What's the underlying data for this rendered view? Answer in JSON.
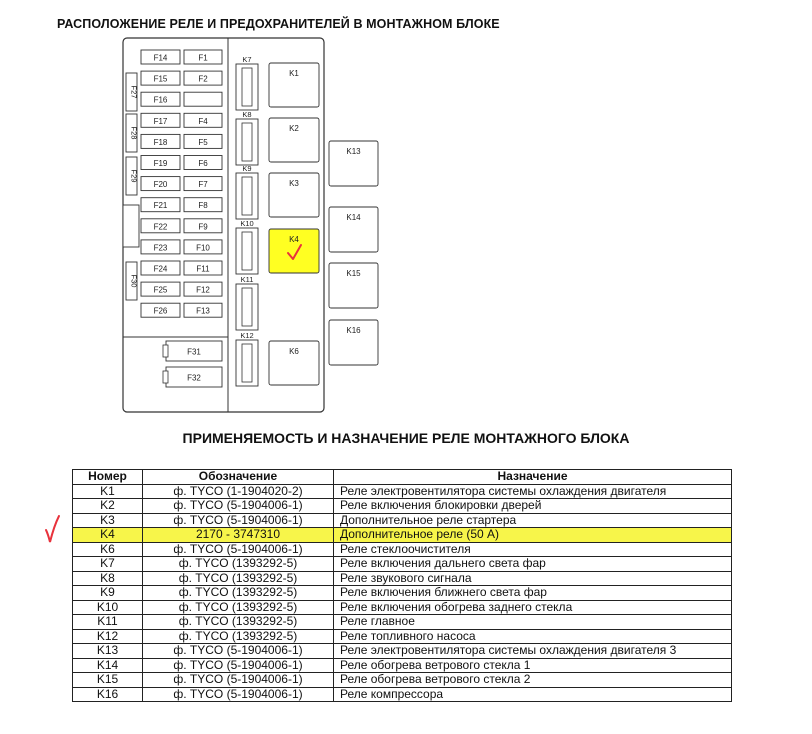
{
  "page": {
    "title_layout": "РАСПОЛОЖЕНИЕ РЕЛЕ И ПРЕДОХРАНИТЕЛЕЙ В МОНТАЖНОМ БЛОКЕ",
    "title_table": "ПРИМЕНЯЕМОСТЬ И НАЗНАЧЕНИЕ РЕЛЕ МОНТАЖНОГО БЛОКА"
  },
  "diagram": {
    "fuse_pairs": [
      [
        "F14",
        "F1"
      ],
      [
        "F15",
        "F2"
      ],
      [
        "F16",
        ""
      ],
      [
        "F17",
        "F4"
      ],
      [
        "F18",
        "F5"
      ],
      [
        "F19",
        "F6"
      ],
      [
        "F20",
        "F7"
      ],
      [
        "F21",
        "F8"
      ],
      [
        "F22",
        "F9"
      ],
      [
        "F23",
        "F10"
      ],
      [
        "F24",
        "F11"
      ],
      [
        "F25",
        "F12"
      ],
      [
        "F26",
        "F13"
      ]
    ],
    "side_fuses": [
      "F27",
      "F28",
      "F29",
      "F30"
    ],
    "big_fuses": [
      "F31",
      "F32"
    ],
    "small_relays": [
      "K7",
      "K8",
      "K9",
      "K10",
      "K11",
      "K12"
    ],
    "main_relays": [
      "K1",
      "K2",
      "K3",
      "K4",
      "K6"
    ],
    "right_relays": [
      "K13",
      "K14",
      "K15",
      "K16"
    ],
    "highlighted_relay": "K4",
    "highlight_color": "#ffff22",
    "check_color": "#e8323c"
  },
  "table": {
    "headers": [
      "Номер",
      "Обозначение",
      "Назначение"
    ],
    "highlight_color": "#f7f54a",
    "rows": [
      [
        "K1",
        "ф. TYCO (1-1904020-2)",
        "Реле электровентилятора системы охлаждения двигателя"
      ],
      [
        "K2",
        "ф. TYCO (5-1904006-1)",
        "Реле включения блокировки дверей"
      ],
      [
        "K3",
        "ф. TYCO (5-1904006-1)",
        "Дополнительное реле стартера"
      ],
      [
        "K4",
        "2170 - 3747310",
        "Дополнительное реле (50 А)"
      ],
      [
        "K6",
        "ф. TYCO (5-1904006-1)",
        "Реле стеклоочистителя"
      ],
      [
        "K7",
        "ф. TYCO (1393292-5)",
        "Реле включения дальнего света фар"
      ],
      [
        "K8",
        "ф. TYCO (1393292-5)",
        "Реле звукового сигнала"
      ],
      [
        "K9",
        "ф. TYCO (1393292-5)",
        "Реле включения ближнего света фар"
      ],
      [
        "K10",
        "ф. TYCO (1393292-5)",
        "Реле включения обогрева заднего стекла"
      ],
      [
        "K11",
        "ф. TYCO (1393292-5)",
        "Реле главное"
      ],
      [
        "K12",
        "ф. TYCO (1393292-5)",
        "Реле топливного насоса"
      ],
      [
        "K13",
        "ф. TYCO (5-1904006-1)",
        "Реле электровентилятора системы охлаждения двигателя 3"
      ],
      [
        "K14",
        "ф. TYCO (5-1904006-1)",
        "Реле обогрева ветрового стекла 1"
      ],
      [
        "K15",
        "ф. TYCO (5-1904006-1)",
        "Реле обогрева ветрового стекла 2"
      ],
      [
        "K16",
        "ф. TYCO (5-1904006-1)",
        "Реле компрессора"
      ]
    ],
    "highlighted_row": 3,
    "margin_check_color": "#e8323c"
  }
}
